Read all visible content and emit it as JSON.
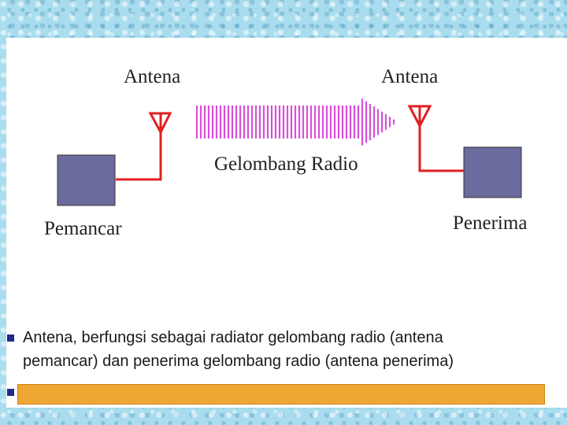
{
  "diagram": {
    "transmitter_label": "Pemancar",
    "receiver_label": "Penerima",
    "antenna_left_label": "Antena",
    "antenna_right_label": "Antena",
    "wave_label": "Gelombang Radio",
    "box_color": "#6b6b9e",
    "antenna_color": "#e02020",
    "wave_color": "#d94fd9"
  },
  "bullets": [
    {
      "text": "Antena, berfungsi sebagai radiator gelombang radio (antena pemancar) dan penerima gelombang radio (antena penerima)",
      "line1": "Antena, berfungsi sebagai radiator gelombang radio (antena",
      "line2": "pemancar) dan penerima gelombang radio (antena penerima)"
    }
  ],
  "highlight_color": "#f0a632"
}
